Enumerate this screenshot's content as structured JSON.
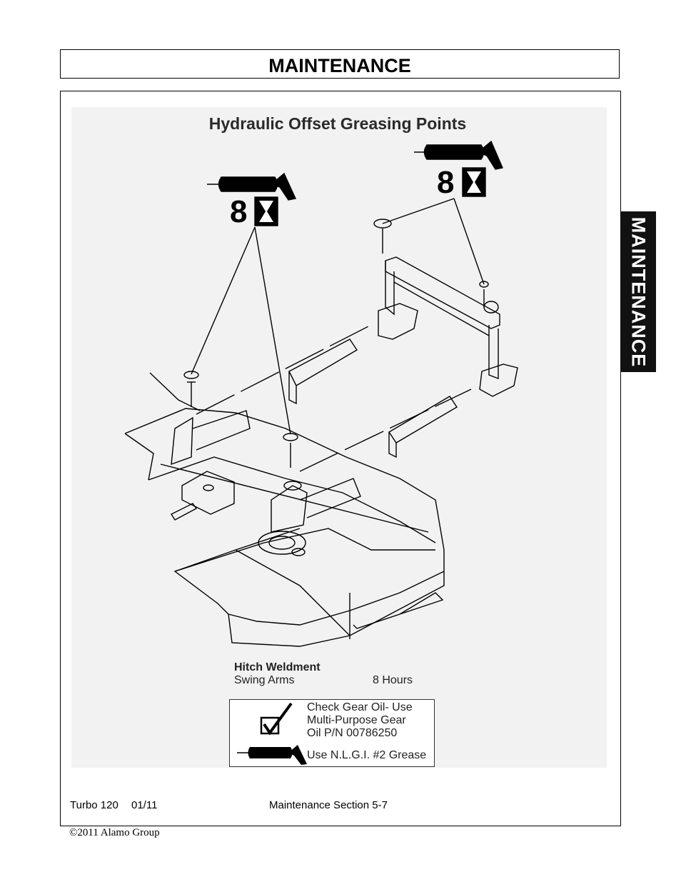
{
  "header": {
    "title": "MAINTENANCE"
  },
  "side_tab": {
    "label": "MAINTENANCE"
  },
  "figure": {
    "title": "Hydraulic Offset Greasing Points",
    "interval_left": "8",
    "interval_right": "8",
    "caption_title": "Hitch Weldment",
    "caption_item": "Swing Arms",
    "caption_interval": "8 Hours"
  },
  "legend": {
    "check_line1": "Check Gear Oil- Use",
    "check_line2": "Multi-Purpose Gear",
    "check_line3": "Oil P/N 00786250",
    "grease": "Use N.L.G.I. #2 Grease"
  },
  "footer": {
    "model": "Turbo 120",
    "date": "01/11",
    "section": "Maintenance Section 5-7",
    "copyright": "©2011 Alamo Group"
  }
}
